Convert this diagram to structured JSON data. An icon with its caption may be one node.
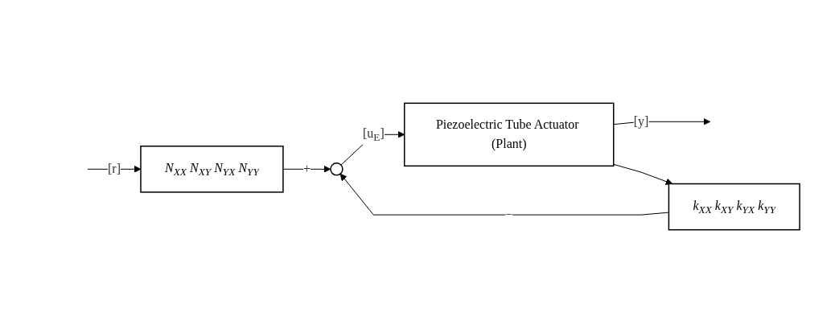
{
  "diagram": {
    "nodes": [
      {
        "text": [
          "N$_{XX}$ N$_{XY}$ N$_{YX}$ N$_{YY}$"
        ]
      },
      {
        "text": [],
        "shape": "circle"
      },
      {
        "text": [
          "Piezoelectric Tube Actuator (Plant)"
        ]
      },
      {
        "text": [
          "k$_{XX}$ k$_{XY}$ k$_{YX}$ k$_{YY}$"
        ]
      }
    ],
    "edges": [
      {
        "from": null,
        "to": 0,
        "arrow": "to",
        "label": "[r]"
      },
      {
        "from": 0,
        "to": 1,
        "arrow": "to",
        "label": "+"
      },
      {
        "from": 1,
        "to": 2,
        "arrow": "to",
        "label": "[u$_{E}$]"
      },
      {
        "from": 2,
        "to": null,
        "arrow": "to",
        "label": "[y]"
      },
      {
        "from": 2,
        "to": 3,
        "arrow": "to"
      },
      {
        "from": 3,
        "to": 1,
        "arrow": "to",
        "label": "−"
      }
    ]
  }
}
